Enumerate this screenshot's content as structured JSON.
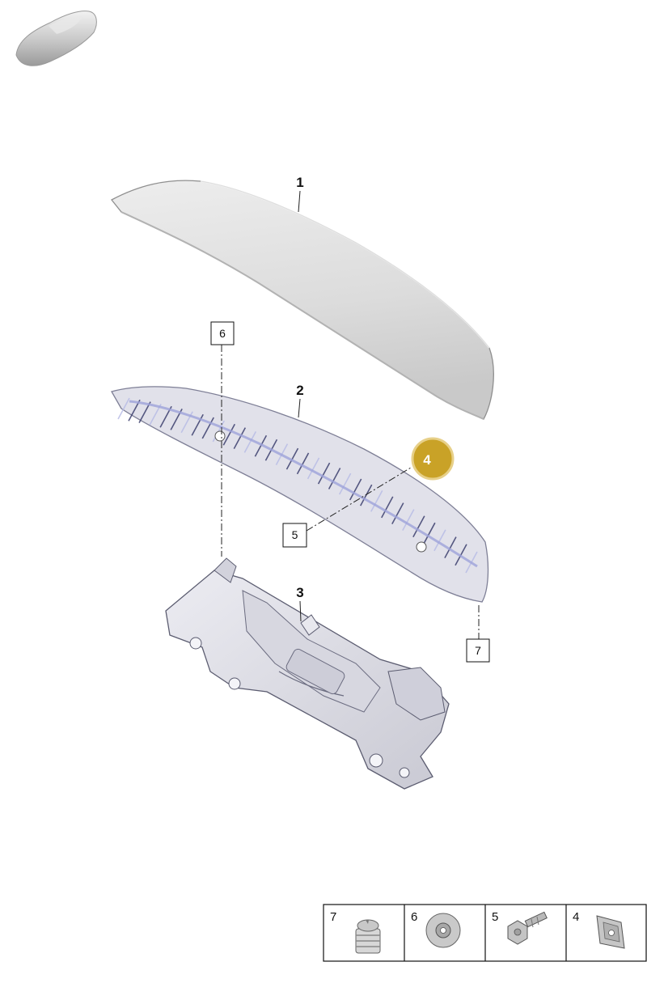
{
  "colors": {
    "highlight": "#c9a227",
    "highlight_stroke": "#e7d089",
    "rib_tint": "#b9bde6"
  },
  "icons": {
    "vehicle": "car-silhouette-icon",
    "part_1": "spoiler-lid-icon",
    "part_2": "inner-panel-icon",
    "part_3": "mechanism-frame-icon",
    "part_4": "clip-nut-icon",
    "part_5": "screw-icon",
    "part_6": "washer-nut-icon",
    "part_7": "grommet-icon"
  },
  "callouts": {
    "part_1": "1",
    "part_2": "2",
    "part_3": "3",
    "part_4": "4",
    "part_5": "5",
    "part_6": "6",
    "part_7": "7"
  },
  "legend": [
    "7",
    "6",
    "5",
    "4"
  ]
}
